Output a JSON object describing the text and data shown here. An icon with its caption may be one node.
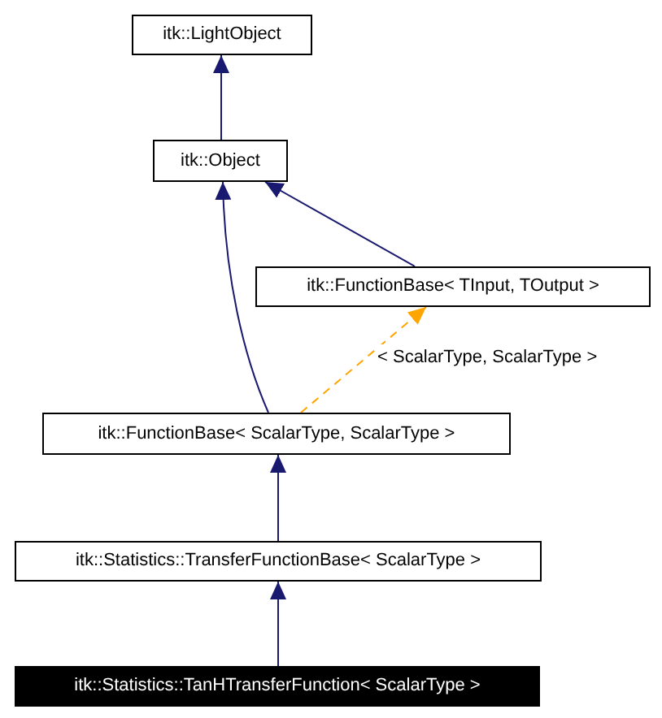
{
  "diagram": {
    "nodes": [
      {
        "text": [
          "itk::LightObject"
        ]
      },
      {
        "text": [
          "itk::Object"
        ]
      },
      {
        "text": [
          "itk::FunctionBase< TInput, TOutput >"
        ]
      },
      {
        "text": [
          "itk::FunctionBase< ScalarType, ScalarType >"
        ]
      },
      {
        "text": [
          "itk::Statistics::TransferFunctionBase< ScalarType >"
        ]
      },
      {
        "text": [
          "itk::Statistics::TanHTransferFunction< ScalarType >"
        ]
      }
    ],
    "edges": [
      {
        "from": 1,
        "to": 0,
        "arrow": "to"
      },
      {
        "from": 3,
        "to": 1,
        "arrow": "to"
      },
      {
        "from": 2,
        "to": 1,
        "arrow": "to"
      },
      {
        "from": 3,
        "to": 2,
        "arrow": "to",
        "label": "< ScalarType, ScalarType >",
        "style": "dashed",
        "color": "#ffa500"
      },
      {
        "from": 4,
        "to": 3,
        "arrow": "to"
      },
      {
        "from": 5,
        "to": 4,
        "arrow": "to"
      }
    ]
  }
}
